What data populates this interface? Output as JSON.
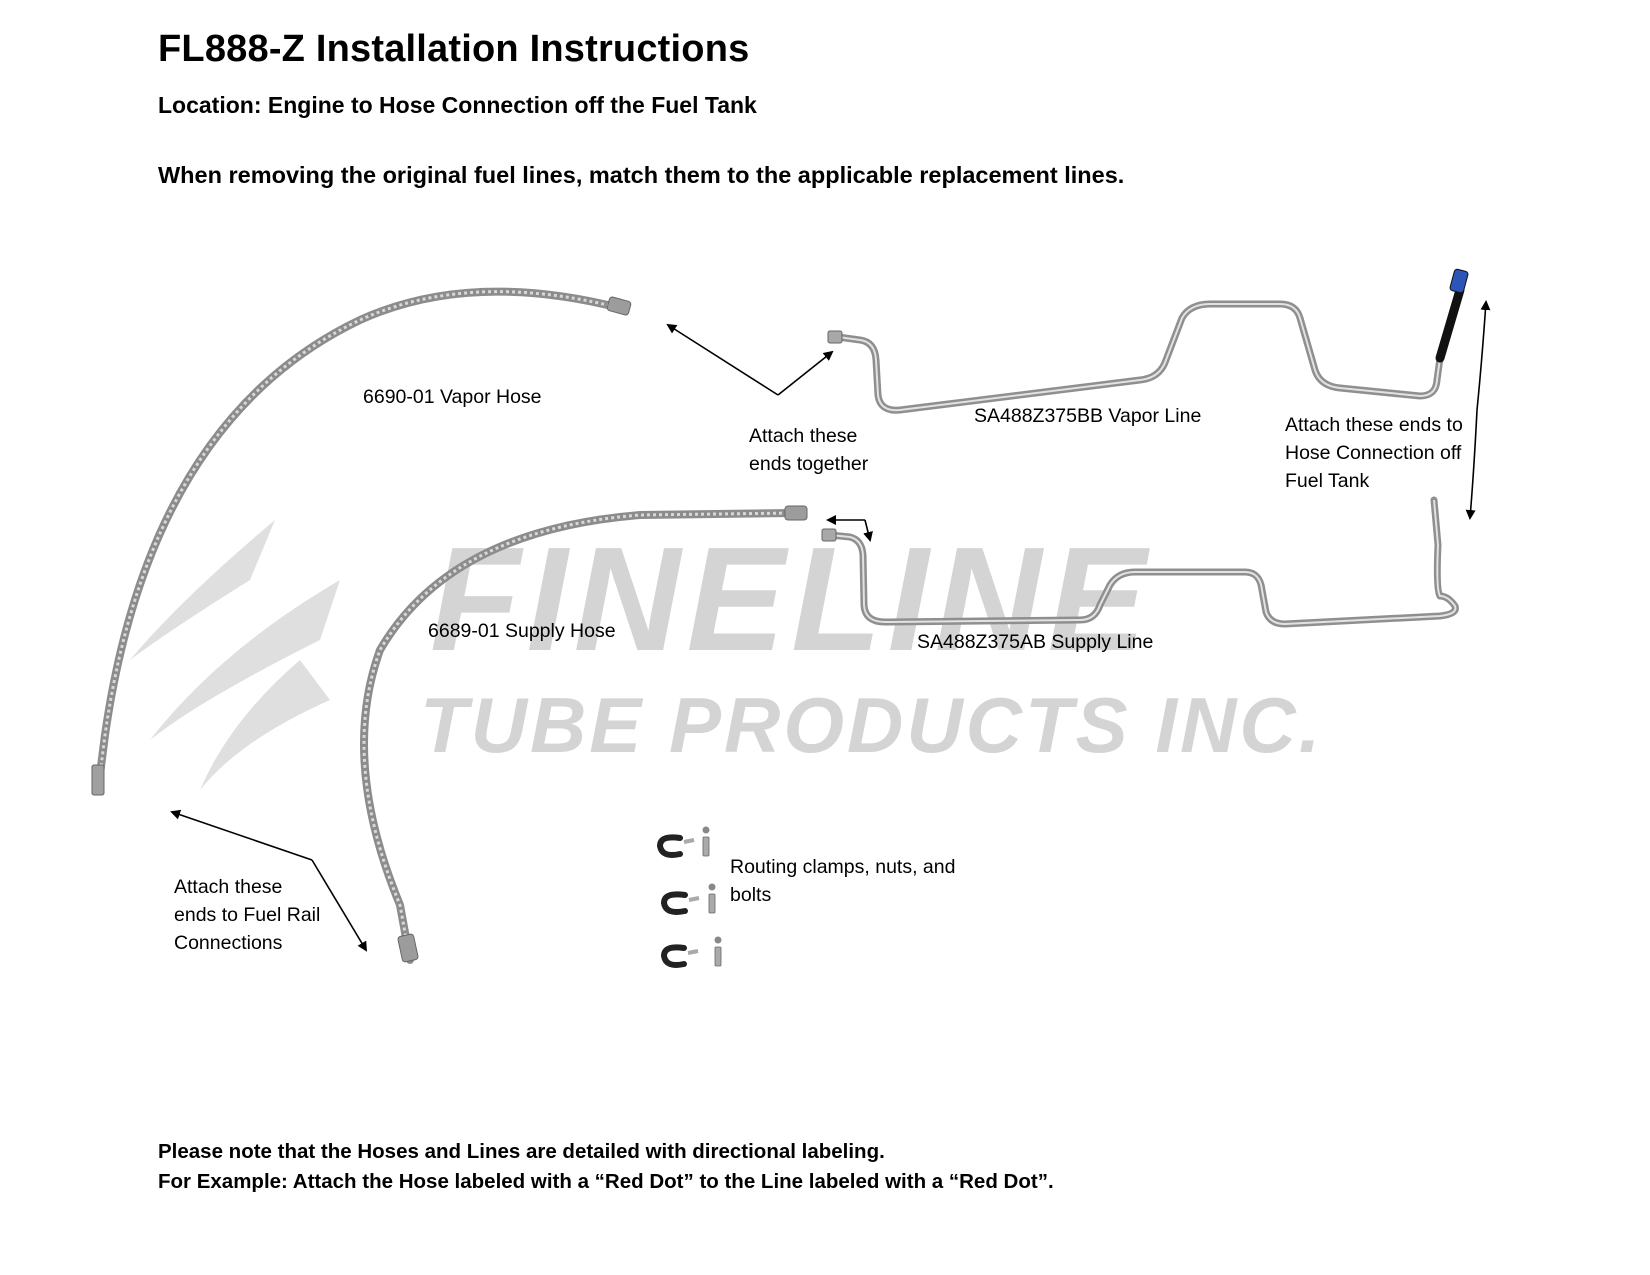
{
  "header": {
    "title": "FL888-Z Installation Instructions",
    "location": "Location: Engine to Hose Connection off the Fuel Tank",
    "instruction": "When removing the original fuel lines, match them to the applicable replacement lines."
  },
  "watermark": {
    "brand": "FINELINE",
    "company": "TUBE PRODUCTS INC."
  },
  "parts": {
    "vapor_hose": "6690-01 Vapor Hose",
    "vapor_line": "SA488Z375BB Vapor Line",
    "supply_hose": "6689-01 Supply Hose",
    "supply_line": "SA488Z375AB Supply Line"
  },
  "callouts": {
    "together_1": "Attach these",
    "together_2": "ends together",
    "tank_1": "Attach these ends to",
    "tank_2": "Hose Connection off",
    "tank_3": "Fuel Tank",
    "rail_1": "Attach these",
    "rail_2": "ends to Fuel Rail",
    "rail_3": "Connections",
    "hardware_1": "Routing clamps, nuts, and",
    "hardware_2": "bolts"
  },
  "footer": {
    "note_1": "Please note that the Hoses and Lines are detailed with directional labeling.",
    "note_2": "For Example: Attach the Hose labeled with a “Red Dot” to the Line labeled with a “Red Dot”."
  },
  "colors": {
    "tube": "#9a9a9a",
    "tube_highlight": "#dcdcdc",
    "watermark": "#d2d2d2",
    "text": "#000000"
  }
}
